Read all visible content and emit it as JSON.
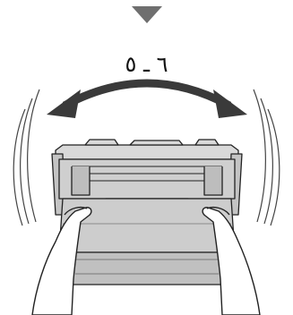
{
  "step": {
    "label": "٦ ـ ٥"
  },
  "icons": {
    "next_step": "down-triangle-icon",
    "shake_motion": "double-headed-curved-arrow-icon",
    "part": "toner-cartridge",
    "hands": "hands-holding-cartridge"
  },
  "colors": {
    "indicator": "#6f6f6f",
    "arrow": "#3a3a3a",
    "cartridge_body": "#cfcfcf",
    "cartridge_shade": "#a9a9a9",
    "outline": "#222222",
    "hands": "#ffffff"
  }
}
